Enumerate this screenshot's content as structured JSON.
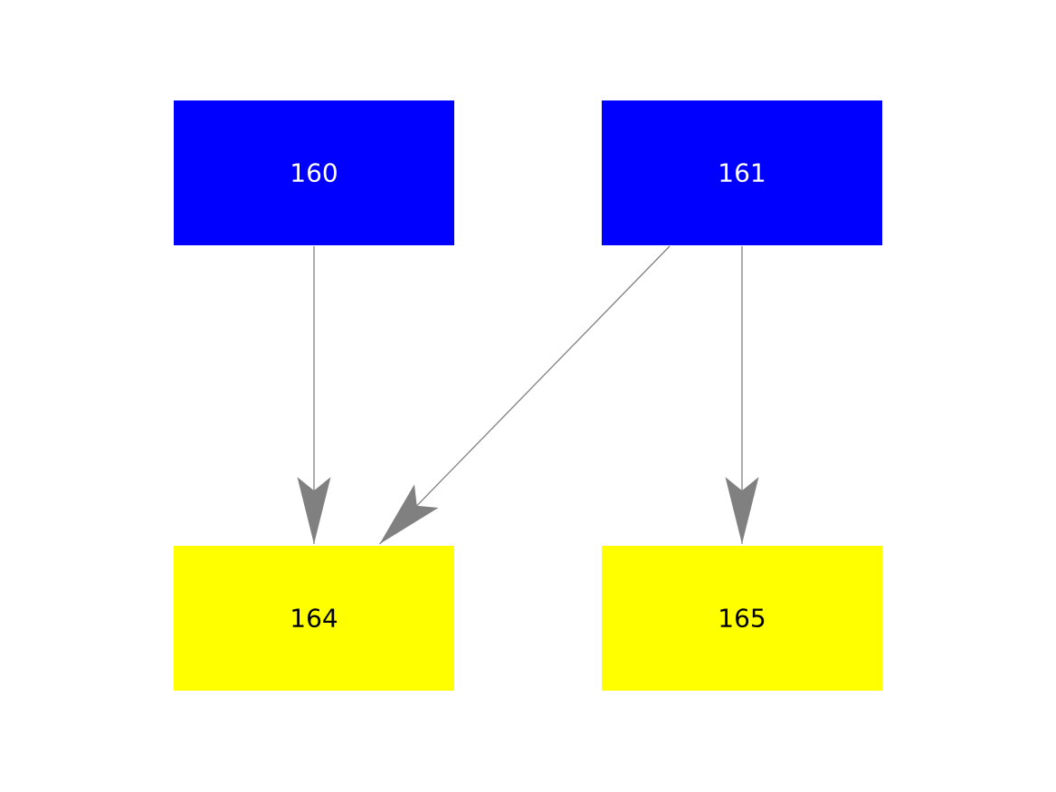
{
  "page": {
    "background": "#ffffff"
  },
  "diagram": {
    "type": "graph",
    "edge_color": "#808080",
    "nodes": [
      {
        "id": "160",
        "label": "160",
        "fill": "#0000ff",
        "text_color": "#ffffff"
      },
      {
        "id": "161",
        "label": "161",
        "fill": "#0000ff",
        "text_color": "#ffffff"
      },
      {
        "id": "164",
        "label": "164",
        "fill": "#ffff00",
        "text_color": "#000000"
      },
      {
        "id": "165",
        "label": "165",
        "fill": "#ffff00",
        "text_color": "#000000"
      }
    ],
    "edges": [
      {
        "from": "160",
        "to": "164"
      },
      {
        "from": "161",
        "to": "164"
      },
      {
        "from": "161",
        "to": "165"
      }
    ]
  }
}
